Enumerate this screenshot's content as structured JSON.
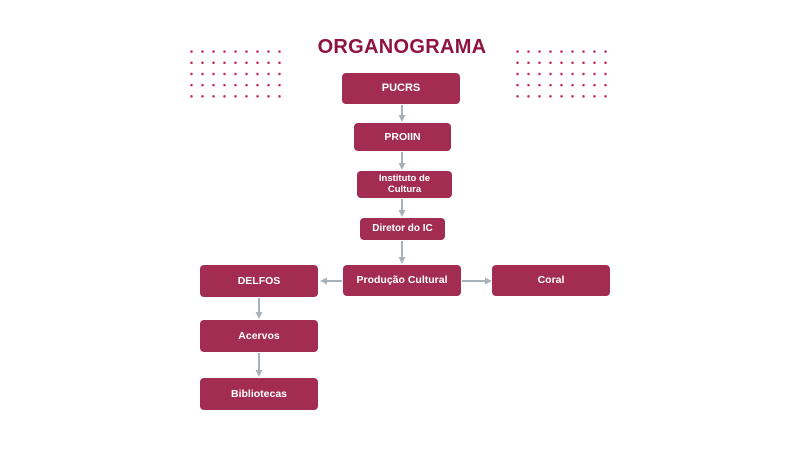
{
  "title": "ORGANOGRAMA",
  "colors": {
    "background": "#FFFFFF",
    "box": "#A32C52",
    "box_text": "#FFFFFF",
    "title": "#8F1342",
    "dots": "#C22858",
    "arrow": "#A8B2BA"
  },
  "nodes": [
    {
      "id": "pucrs",
      "label": "PUCRS"
    },
    {
      "id": "proiin",
      "label": "PROIIN"
    },
    {
      "id": "instituto",
      "label": "Instituto de Cultura"
    },
    {
      "id": "diretor",
      "label": "Diretor do IC"
    },
    {
      "id": "producao",
      "label": "Produção Cultural"
    },
    {
      "id": "delfos",
      "label": "DELFOS"
    },
    {
      "id": "coral",
      "label": "Coral"
    },
    {
      "id": "acervos",
      "label": "Acervos"
    },
    {
      "id": "bibliotecas",
      "label": "Bibliotecas"
    }
  ],
  "edges": [
    {
      "from": "PUCRS",
      "to": "PROIIN"
    },
    {
      "from": "PROIIN",
      "to": "Instituto de Cultura"
    },
    {
      "from": "Instituto de Cultura",
      "to": "Diretor do IC"
    },
    {
      "from": "Diretor do IC",
      "to": "Produção Cultural"
    },
    {
      "from": "Produção Cultural",
      "to": "DELFOS"
    },
    {
      "from": "Produção Cultural",
      "to": "Coral"
    },
    {
      "from": "DELFOS",
      "to": "Acervos"
    },
    {
      "from": "Acervos",
      "to": "Bibliotecas"
    }
  ]
}
